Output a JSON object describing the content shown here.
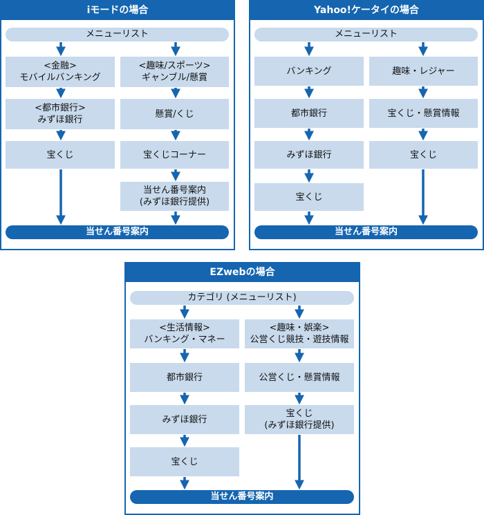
{
  "imode": {
    "title": "iモードの場合",
    "menu": "メニューリスト",
    "left": [
      [
        "<金融>",
        "モバイルバンキング"
      ],
      [
        "<都市銀行>",
        "みずほ銀行"
      ],
      [
        "宝くじ"
      ]
    ],
    "right": [
      [
        "<趣味/スポーツ>",
        "ギャンブル/懸賞"
      ],
      [
        "懸賞/くじ"
      ],
      [
        "宝くじコーナー"
      ],
      [
        "当せん番号案内",
        "(みずほ銀行提供)"
      ]
    ],
    "result": "当せん番号案内"
  },
  "yahoo": {
    "title": "Yahoo!ケータイの場合",
    "menu": "メニューリスト",
    "left": [
      [
        "バンキング"
      ],
      [
        "都市銀行"
      ],
      [
        "みずほ銀行"
      ],
      [
        "宝くじ"
      ]
    ],
    "right": [
      [
        "趣味・レジャー"
      ],
      [
        "宝くじ・懸賞情報"
      ],
      [
        "宝くじ"
      ]
    ],
    "result": "当せん番号案内"
  },
  "ezweb": {
    "title": "EZwebの場合",
    "menu": "カテゴリ (メニューリスト)",
    "left": [
      [
        "<生活情報>",
        "バンキング・マネー"
      ],
      [
        "都市銀行"
      ],
      [
        "みずほ銀行"
      ],
      [
        "宝くじ"
      ]
    ],
    "right": [
      [
        "<趣味・娯楽>",
        "公営くじ競技・遊技情報"
      ],
      [
        "公営くじ・懸賞情報"
      ],
      [
        "宝くじ",
        "(みずほ銀行提供)"
      ]
    ],
    "result": "当せん番号案内"
  },
  "colors": {
    "primary": "#1565b0",
    "box": "#c8daec"
  }
}
